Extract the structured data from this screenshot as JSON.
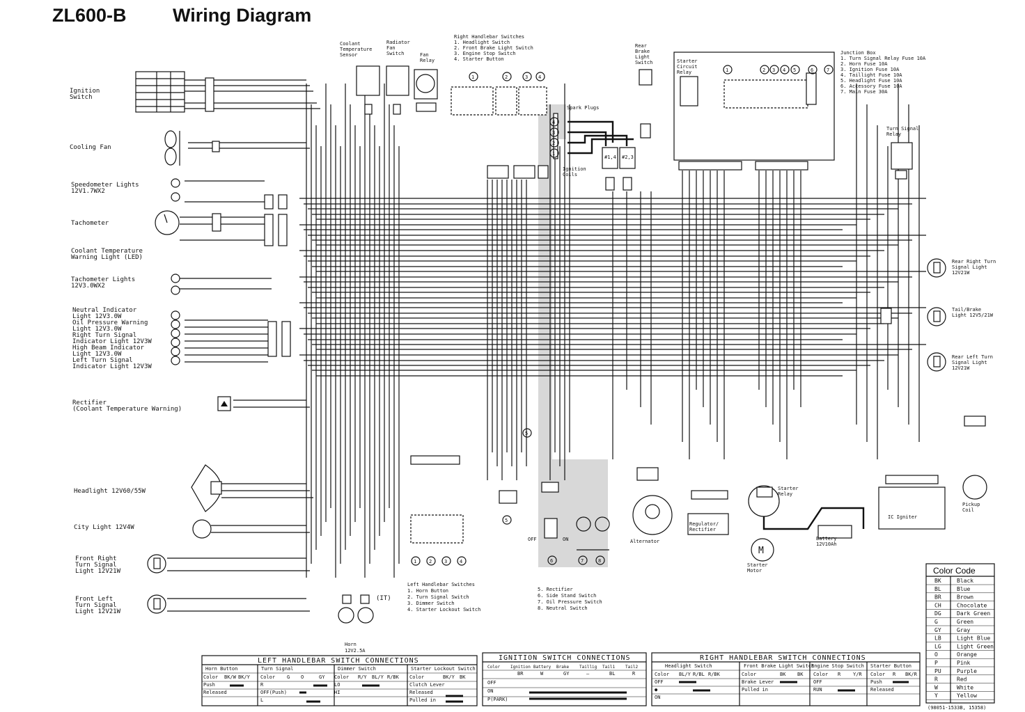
{
  "title": {
    "model": "ZL600-B",
    "name": "Wiring Diagram"
  },
  "left_components": [
    {
      "id": "ignition",
      "lines": [
        "Ignition",
        "Switch"
      ]
    },
    {
      "id": "fan",
      "lines": [
        "Cooling Fan"
      ]
    },
    {
      "id": "speedo",
      "lines": [
        "Speedometer Lights",
        "12V1.7WX2"
      ]
    },
    {
      "id": "tach",
      "lines": [
        "Tachometer"
      ]
    },
    {
      "id": "coolant-led",
      "lines": [
        "Coolant Temperature",
        "Warning Light (LED)"
      ]
    },
    {
      "id": "tach-lights",
      "lines": [
        "Tachometer Lights",
        "12V3.0WX2"
      ]
    },
    {
      "id": "indicators",
      "lines": [
        "Neutral Indicator",
        "Light 12V3.0W",
        "Oil Pressure Warning",
        "Light 12V3.0W",
        "Right Turn Signal",
        "Indicator Light 12V3W",
        "High Beam Indicator",
        "Light 12V3.0W",
        "Left Turn Signal",
        "Indicator Light 12V3W"
      ]
    },
    {
      "id": "rectifier",
      "lines": [
        "Rectifier",
        "(Coolant Temperature Warning)"
      ]
    },
    {
      "id": "headlight",
      "lines": [
        "Headlight 12V60/55W"
      ]
    },
    {
      "id": "city",
      "lines": [
        "City Light 12V4W"
      ]
    },
    {
      "id": "front-right",
      "lines": [
        "Front Right",
        "Turn Signal",
        "Light 12V21W"
      ]
    },
    {
      "id": "front-left",
      "lines": [
        "Front Left",
        "Turn Signal",
        "Light 12V21W"
      ]
    }
  ],
  "top_components": {
    "coolant_sensor": [
      "Coolant",
      "Temperature",
      "Sensor"
    ],
    "radiator_fan_switch": [
      "Radiator",
      "Fan",
      "Switch"
    ],
    "fan_relay": [
      "Fan",
      "Relay"
    ],
    "right_handlebar": [
      "Right Handlebar Switches",
      "1. Headlight Switch",
      "2. Front Brake Light Switch",
      "3. Engine Stop Switch",
      "4. Starter Button"
    ],
    "spark_plugs": "Spark Plugs",
    "ignition_coils": [
      "Ignition",
      "Coils"
    ],
    "rear_brake_switch": [
      "Rear",
      "Brake",
      "Light",
      "Switch"
    ],
    "starter_circuit_relay": [
      "Starter",
      "Circuit",
      "Relay"
    ],
    "junction_box": [
      "Junction Box",
      "1. Turn Signal Relay Fuse 10A",
      "2. Horn Fuse 10A",
      "3. Ignition Fuse 10A",
      "4. Taillight Fuse 10A",
      "5. Headlight Fuse 10A",
      "6. Accessory Fuse 10A",
      "7. Main Fuse 30A"
    ],
    "turn_signal_relay": [
      "Turn Signal",
      "Relay"
    ]
  },
  "right_components": {
    "rear_right": [
      "Rear Right Turn",
      "Signal Light",
      "12V21W"
    ],
    "tail_brake": [
      "Tail/Brake",
      "Light 12V5/21W"
    ],
    "rear_left": [
      "Rear Left Turn",
      "Signal Light",
      "12V21W"
    ]
  },
  "bottom_components": {
    "horn": [
      "Horn",
      "12V2.5A"
    ],
    "it": "(IT)",
    "left_handlebar": [
      "Left Handlebar Switches",
      "1. Horn Button",
      "2. Turn Signal Switch",
      "3. Dimmer Switch",
      "4. Starter Lockout Switch"
    ],
    "misc": [
      "5. Rectifier",
      "6. Side Stand Switch",
      "7. Oil Pressure Switch",
      "8. Neutral Switch"
    ],
    "off": "OFF",
    "on": "ON",
    "alternator": "Alternator",
    "regulator": [
      "Regulator/",
      "Rectifier"
    ],
    "starter_relay": [
      "Starter",
      "Relay"
    ],
    "battery": [
      "Battery",
      "12V10Ah"
    ],
    "starter_motor": [
      "Starter",
      "Motor"
    ],
    "ic_igniter": "IC Igniter",
    "pickup_coil": [
      "Pickup",
      "Coil"
    ]
  },
  "number_labels": {
    "handlebar_left": [
      "1",
      "2",
      "3",
      "4"
    ],
    "handlebar_right": [
      "1",
      "2",
      "3",
      "4"
    ],
    "misc_markers": [
      "5",
      "6",
      "7",
      "8"
    ],
    "spark_plugs": [
      "4",
      "3",
      "2",
      "1"
    ],
    "junction_box": [
      "1",
      "2",
      "3",
      "4",
      "5",
      "6",
      "7"
    ],
    "coils": [
      "#1,4",
      "#2,3"
    ]
  },
  "color_code": {
    "title": "Color Code",
    "rows": [
      [
        "BK",
        "Black"
      ],
      [
        "BL",
        "Blue"
      ],
      [
        "BR",
        "Brown"
      ],
      [
        "CH",
        "Chocolate"
      ],
      [
        "DG",
        "Dark Green"
      ],
      [
        "G",
        "Green"
      ],
      [
        "GY",
        "Gray"
      ],
      [
        "LB",
        "Light Blue"
      ],
      [
        "LG",
        "Light Green"
      ],
      [
        "O",
        "Orange"
      ],
      [
        "P",
        "Pink"
      ],
      [
        "PU",
        "Purple"
      ],
      [
        "R",
        "Red"
      ],
      [
        "W",
        "White"
      ],
      [
        "Y",
        "Yellow"
      ]
    ]
  },
  "tables": {
    "left_title": "LEFT HANDLEBAR SWITCH CONNECTIONS",
    "left_sections": [
      "Horn Button",
      "Turn Signal",
      "Dimmer Switch",
      "Starter Lockout Switch"
    ],
    "left_rows": [
      [
        "Color",
        "BK/W",
        "BK/Y",
        "Color",
        "G",
        "O",
        "GY",
        "Color",
        "R/Y",
        "BL/Y",
        "R/BK",
        "Color",
        "BK/Y",
        "BK"
      ],
      [
        "Push",
        "",
        "",
        "R",
        "",
        "",
        "",
        "LO",
        "",
        "",
        "",
        "Clutch Lever",
        "",
        ""
      ],
      [
        "Released",
        "",
        "",
        "OFF(Push)",
        "",
        "",
        "",
        "HI",
        "",
        "",
        "",
        "Released",
        "",
        ""
      ],
      [
        "",
        "",
        "",
        "L",
        "",
        "",
        "",
        "",
        "",
        "",
        "",
        "Pulled in",
        "",
        ""
      ]
    ],
    "mid_title": "IGNITION SWITCH CONNECTIONS",
    "mid_header": [
      "Color",
      "Ignition",
      "Battery",
      "Brake",
      "Taillig",
      "Tail1",
      "Tail2"
    ],
    "mid_colors": [
      "",
      "BR",
      "W",
      "GY",
      "—",
      "BL",
      "R"
    ],
    "mid_rows": [
      "OFF",
      "ON",
      "P(PARK)"
    ],
    "right_title": "RIGHT HANDLEBAR SWITCH CONNECTIONS",
    "right_sections": [
      "Headlight Switch",
      "Front Brake Light Switch",
      "Engine Stop Switch",
      "Starter Button"
    ],
    "right_rows": [
      [
        "Color",
        "BL/Y",
        "R/BL",
        "R/BK",
        "Color",
        "BK",
        "BK",
        "Color",
        "R",
        "Y/R",
        "Color",
        "R",
        "BK/R"
      ],
      [
        "OFF",
        "",
        "",
        "",
        "Brake Lever",
        "",
        "",
        "OFF",
        "",
        "",
        "Push",
        "",
        ""
      ],
      [
        "●",
        "",
        "",
        "",
        "Pulled in",
        "",
        "",
        "RUN",
        "",
        "",
        "Released",
        "",
        ""
      ],
      [
        "ON",
        "",
        "",
        "",
        "",
        "",
        "",
        "",
        "",
        "",
        "",
        "",
        ""
      ]
    ]
  },
  "part_number": "(98051-1533B, 15358)"
}
